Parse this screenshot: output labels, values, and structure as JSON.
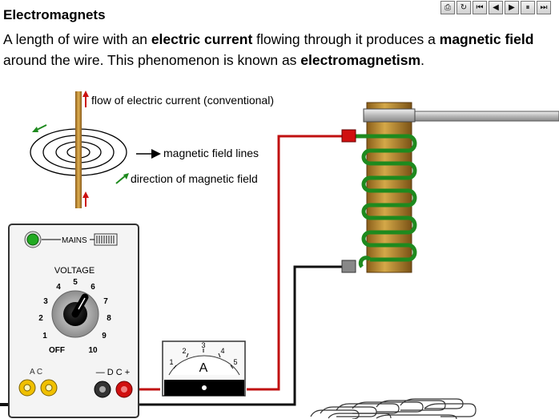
{
  "heading": "Electromagnets",
  "intro": {
    "p1": "A length of wire with an ",
    "b1": "electric current",
    "p2": " flowing through it produces a ",
    "b2": "magnetic field",
    "p3": " around the wire.  This phenomenon is known as ",
    "b3": "electromagnetism",
    "p4": "."
  },
  "toolbar": [
    {
      "icon": "print-icon",
      "glyph": "⎙"
    },
    {
      "icon": "replay-icon",
      "glyph": "↻"
    },
    {
      "icon": "skip-to-start-icon",
      "glyph": "⏮"
    },
    {
      "icon": "step-back-icon",
      "glyph": "◀"
    },
    {
      "icon": "step-forward-icon",
      "glyph": "▶"
    },
    {
      "icon": "pause-icon",
      "glyph": "⏸"
    },
    {
      "icon": "skip-to-end-icon",
      "glyph": "⏭"
    }
  ],
  "diagram": {
    "current_label": "flow of electric current (conventional)",
    "field_lines_label": "magnetic field lines",
    "field_direction_label": "direction of magnetic field"
  },
  "power_supply": {
    "mains_label": "MAINS",
    "voltage_label": "VOLTAGE",
    "dial": [
      "OFF",
      "1",
      "2",
      "3",
      "4",
      "5",
      "6",
      "7",
      "8",
      "9",
      "10"
    ],
    "ac_label": "A C",
    "dc_label": "— D C +",
    "mains_light_color": "#22aa22"
  },
  "ammeter": {
    "unit": "A",
    "scale": [
      "1",
      "2",
      "3",
      "4",
      "5"
    ]
  },
  "colors": {
    "positive_wire": "#c01010",
    "negative_wire": "#111111",
    "coil": "#1e8a1e",
    "core": "#b8862a",
    "arrow_red": "#cc1111",
    "arrow_green": "#1e8a1e"
  }
}
